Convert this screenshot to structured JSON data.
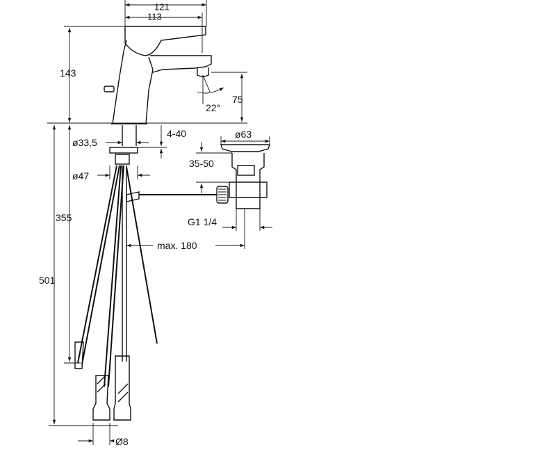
{
  "dimensions": {
    "width_121": "121",
    "width_113": "113",
    "height_143": "143",
    "height_75": "75",
    "angle_22": "22°",
    "dia_33_5": "ø33,5",
    "range_4_40": "4-40",
    "dia_47": "ø47",
    "dia_63": "ø63",
    "range_35_50": "35-50",
    "height_355": "355",
    "thread_g1_1_4": "G1 1/4",
    "max_180": "max. 180",
    "height_501": "501",
    "dia_8": "Ø8"
  }
}
